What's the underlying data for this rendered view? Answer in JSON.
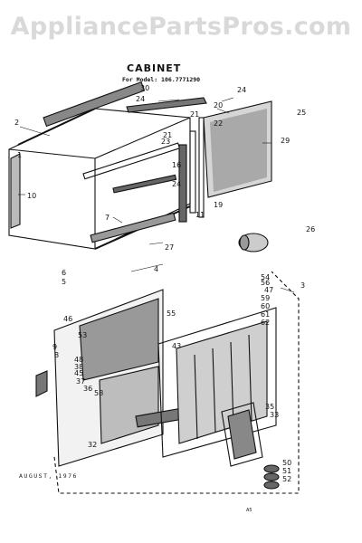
{
  "watermark": "AppliancePartsPros.com",
  "diagram": {
    "title": "CABINET",
    "model_line": "For Model: 106.7771290",
    "date": "AUGUST, 1976",
    "code": "A5"
  },
  "callouts": [
    "1",
    "2",
    "3",
    "4",
    "5",
    "6",
    "7",
    "8",
    "9",
    "10",
    "11",
    "16",
    "19",
    "20",
    "21",
    "21",
    "22",
    "23",
    "24",
    "24",
    "24",
    "25",
    "26",
    "27",
    "29",
    "30",
    "32",
    "33",
    "35",
    "36",
    "37",
    "38",
    "43",
    "45",
    "46",
    "47",
    "48",
    "50",
    "51",
    "52",
    "53",
    "54",
    "55",
    "56",
    "58",
    "59",
    "60",
    "61",
    "62"
  ]
}
